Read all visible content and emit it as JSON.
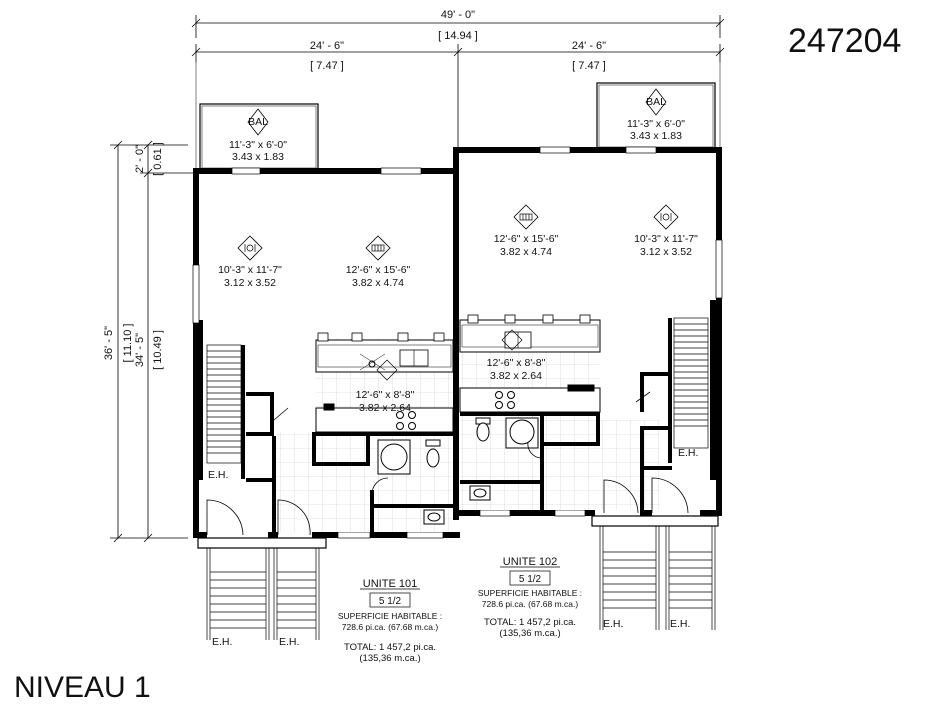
{
  "project_number": "247204",
  "level_title": "NIVEAU 1",
  "dimensions": {
    "overall_width": "49' - 0\"",
    "overall_width_metric": "[ 14.94 ]",
    "half_width_left": "24' - 6\"",
    "half_width_left_metric": "[ 7.47 ]",
    "half_width_right": "24' - 6\"",
    "half_width_right_metric": "[ 7.47 ]",
    "balcony_depth": "2' - 0\"",
    "balcony_depth_metric": "[ 0.61 ]",
    "overall_depth": "36' - 5\"",
    "overall_depth_metric": "[ 11.10 ]",
    "main_depth": "34' - 5\"",
    "main_depth_metric": "[ 10.49 ]"
  },
  "rooms": {
    "balcony_tag": "BAL",
    "left_balcony": {
      "imperial": "11'-3\" x 6'-0\"",
      "metric": "3.43 x 1.83"
    },
    "right_balcony": {
      "imperial": "11'-3\" x 6'-0\"",
      "metric": "3.43 x 1.83"
    },
    "left_living": {
      "imperial": "10'-3\" x 11'-7\"",
      "metric": "3.12 x 3.52"
    },
    "left_dining": {
      "imperial": "12'-6\" x 15'-6\"",
      "metric": "3.82 x 4.74"
    },
    "left_kitchen": {
      "imperial": "12'-6\" x 8'-8\"",
      "metric": "3.82 x 2.64"
    },
    "right_dining": {
      "imperial": "12'-6\" x 15'-6\"",
      "metric": "3.82 x 4.74"
    },
    "right_living": {
      "imperial": "10'-3\" x 11'-7\"",
      "metric": "3.12 x 3.52"
    },
    "right_kitchen": {
      "imperial": "12'-6\" x 8'-8\"",
      "metric": "3.82 x 2.64"
    },
    "water_heater": "E.H."
  },
  "units": [
    {
      "name": "UNITE 101",
      "type": "5 1/2",
      "area_label": "SUPERFICIE HABITABLE :",
      "area_value": "728.6 pi.ca. (67.68 m.ca.)",
      "total_line1": "TOTAL: 1 457,2 pi.ca.",
      "total_line2": "(135,36 m.ca.)"
    },
    {
      "name": "UNITE 102",
      "type": "5 1/2",
      "area_label": "SUPERFICIE HABITABLE :",
      "area_value": "728.6 pi.ca. (67.68 m.ca.)",
      "total_line1": "TOTAL: 1 457,2 pi.ca.",
      "total_line2": "(135,36 m.ca.)"
    }
  ]
}
